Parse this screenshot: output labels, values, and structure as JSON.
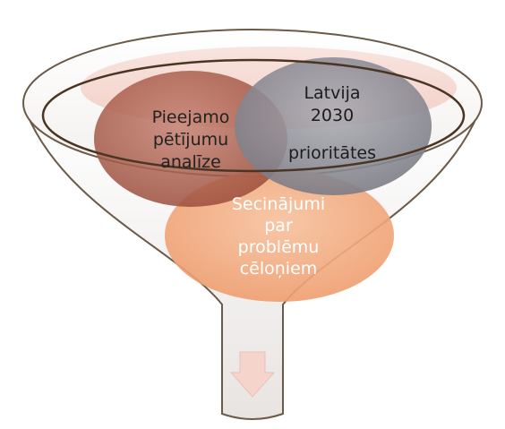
{
  "colors": {
    "funnel_border": "#6b5a48",
    "funnel_fill_top": "#ffffff",
    "funnel_fill_bottom": "#ece8e6",
    "ring_border": "#4a3524",
    "left_circle": "#a85b47",
    "right_circle": "#8a8a94",
    "bottom_circle": "#f2a97a",
    "back_circle": "#f2c9c0",
    "arrow": "#f4d4cb"
  },
  "circles": {
    "left": {
      "lines": [
        "Pieejamo",
        "pētījumu",
        "analīze"
      ]
    },
    "right": {
      "lines": [
        "Latvija",
        "2030",
        "prioritātes"
      ]
    },
    "bottom": {
      "lines": [
        "Secinājumi",
        "par",
        "problēmu",
        "cēloņiem"
      ]
    }
  },
  "arrow_icon": "down-arrow-icon"
}
